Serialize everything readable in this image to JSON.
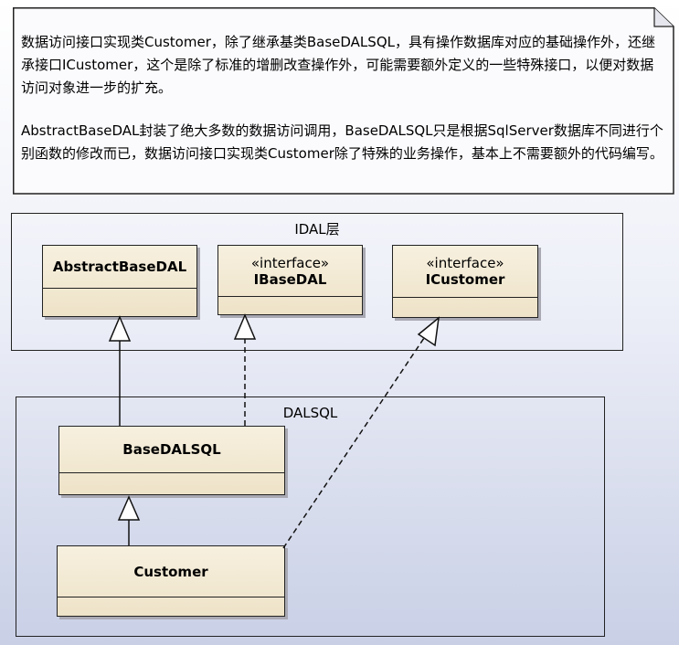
{
  "note": {
    "paragraph1": "数据访问接口实现类Customer，除了继承基类BaseDALSQL，具有操作数据库对应的基础操作外，还继承接口ICustomer，这个是除了标准的增删改查操作外，可能需要额外定义的一些特殊接口，以便对数据访问对象进一步的扩充。",
    "paragraph2": "AbstractBaseDAL封装了绝大多数的数据访问调用，BaseDALSQL只是根据SqlServer数据库不同进行个别函数的修改而已，数据访问接口实现类Customer除了特殊的业务操作，基本上不需要额外的代码编写。"
  },
  "packages": {
    "idal": {
      "label": "IDAL层"
    },
    "dalsql": {
      "label": "DALSQL"
    }
  },
  "classes": {
    "abstract_base_dal": {
      "name": "AbstractBaseDAL"
    },
    "ibase_dal": {
      "stereotype": "«interface»",
      "name": "IBaseDAL"
    },
    "icustomer": {
      "stereotype": "«interface»",
      "name": "ICustomer"
    },
    "base_dal_sql": {
      "name": "BaseDALSQL"
    },
    "customer": {
      "name": "Customer"
    }
  },
  "relationships": [
    {
      "from": "BaseDALSQL",
      "to": "AbstractBaseDAL",
      "kind": "generalization"
    },
    {
      "from": "BaseDALSQL",
      "to": "IBaseDAL",
      "kind": "realization"
    },
    {
      "from": "Customer",
      "to": "BaseDALSQL",
      "kind": "generalization"
    },
    {
      "from": "Customer",
      "to": "ICustomer",
      "kind": "realization"
    }
  ]
}
